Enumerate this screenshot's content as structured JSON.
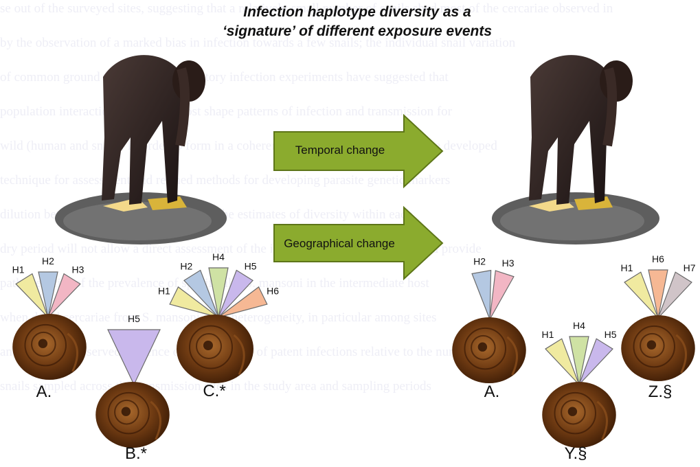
{
  "title": {
    "line1": "Infection haplotype diversity as a",
    "line2": "‘signature’ of different exposure events"
  },
  "arrows": {
    "temporal": "Temporal change",
    "geographical": "Geographical change"
  },
  "snails_left": {
    "A": {
      "label": "A.",
      "haplotypes": [
        "H1",
        "H2",
        "H3"
      ]
    },
    "B": {
      "label": "B.*",
      "haplotypes": [
        "H5"
      ]
    },
    "C": {
      "label": "C.*",
      "haplotypes": [
        "H1",
        "H2",
        "H4",
        "H5",
        "H6"
      ]
    }
  },
  "snails_right": {
    "A": {
      "label": "A.",
      "haplotypes": [
        "H2",
        "H3"
      ]
    },
    "Y": {
      "label": "Y.§",
      "haplotypes": [
        "H1",
        "H4",
        "H5"
      ]
    },
    "Z": {
      "label": "Z.§",
      "haplotypes": [
        "H1",
        "H6",
        "H7"
      ]
    }
  },
  "colors": {
    "H1": "#f0eaa0",
    "H2": "#b4c8e2",
    "H3": "#f2b6c4",
    "H4": "#cfe2a4",
    "H5": "#c9b8ec",
    "H6": "#f6b894",
    "H7": "#d0c4c8",
    "arrow_fill": "#8bab2e",
    "arrow_stroke": "#5d7518"
  }
}
